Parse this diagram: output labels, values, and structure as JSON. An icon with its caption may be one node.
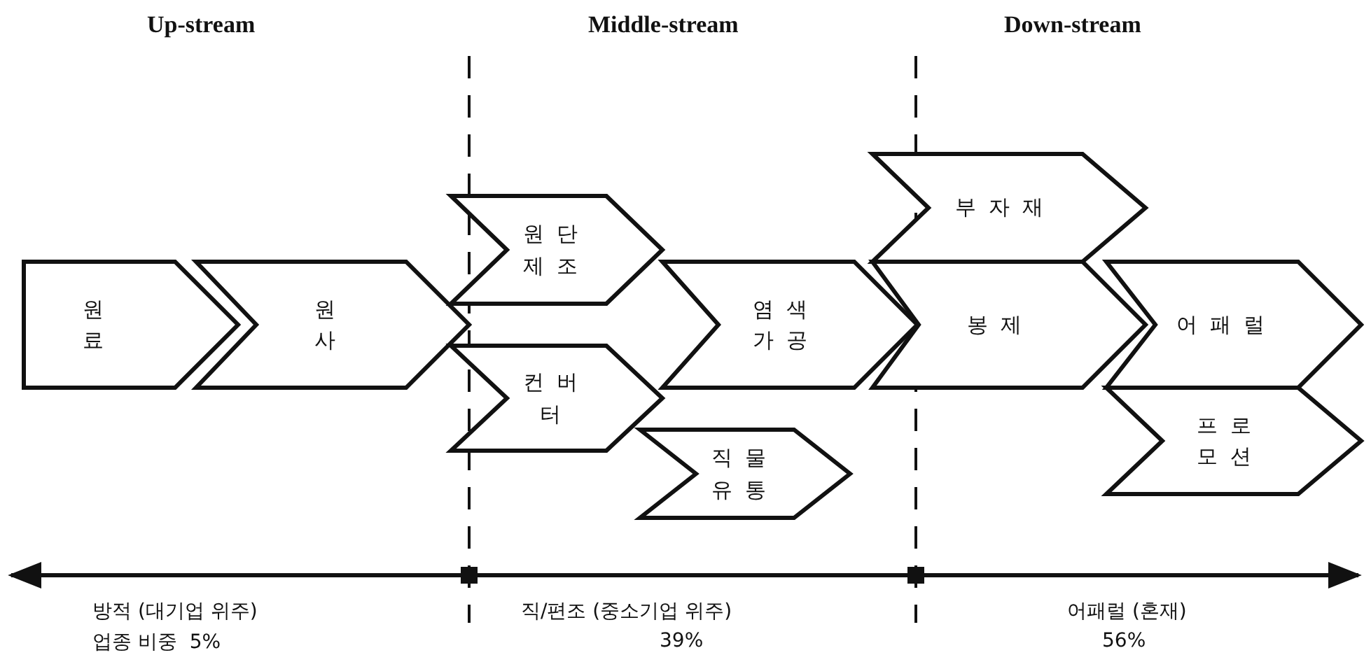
{
  "diagram": {
    "nodes": [
      {
        "text": [
          "원료"
        ]
      },
      {
        "text": [
          "원사"
        ]
      },
      {
        "text": [
          "원단 제조"
        ]
      },
      {
        "text": [
          "컨버터"
        ]
      },
      {
        "text": [
          "염색 가공"
        ]
      },
      {
        "text": [
          "직물 유통"
        ]
      },
      {
        "text": [
          "부자재"
        ]
      },
      {
        "text": [
          "봉제"
        ]
      },
      {
        "text": [
          "어패럴"
        ]
      },
      {
        "text": [
          "프로모션"
        ]
      }
    ],
    "labels": [
      "Up-stream",
      "Middle-stream",
      "Down-stream",
      "방적 (대기업 위주)",
      "업종 비중  5%",
      "직/편조 (중소기업 위주)",
      "39%",
      "어패럴 (혼재)",
      "56%"
    ]
  }
}
